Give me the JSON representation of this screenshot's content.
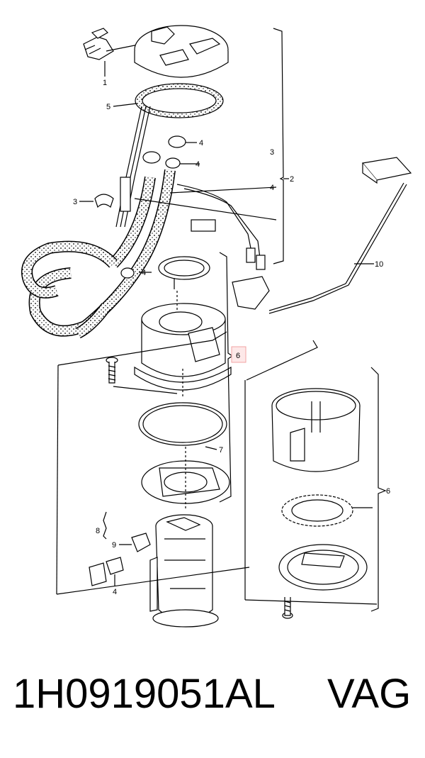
{
  "callouts": {
    "c1": "1",
    "c5": "5",
    "c4a": "4",
    "c4b": "4",
    "c3a": "3",
    "c2": "2",
    "c3b": "3",
    "c4c": "4",
    "c10": "10",
    "c4d": "4",
    "c6a": "6",
    "c7": "7",
    "c8": "8",
    "c9": "9",
    "c4e": "4",
    "c6b": "6"
  },
  "caption": {
    "part_number": "1H0919051AL",
    "brand": "VAG"
  },
  "colors": {
    "line": "#000000",
    "highlight_box": "#f2a3a3",
    "highlight_fill": "#fde8e8"
  }
}
